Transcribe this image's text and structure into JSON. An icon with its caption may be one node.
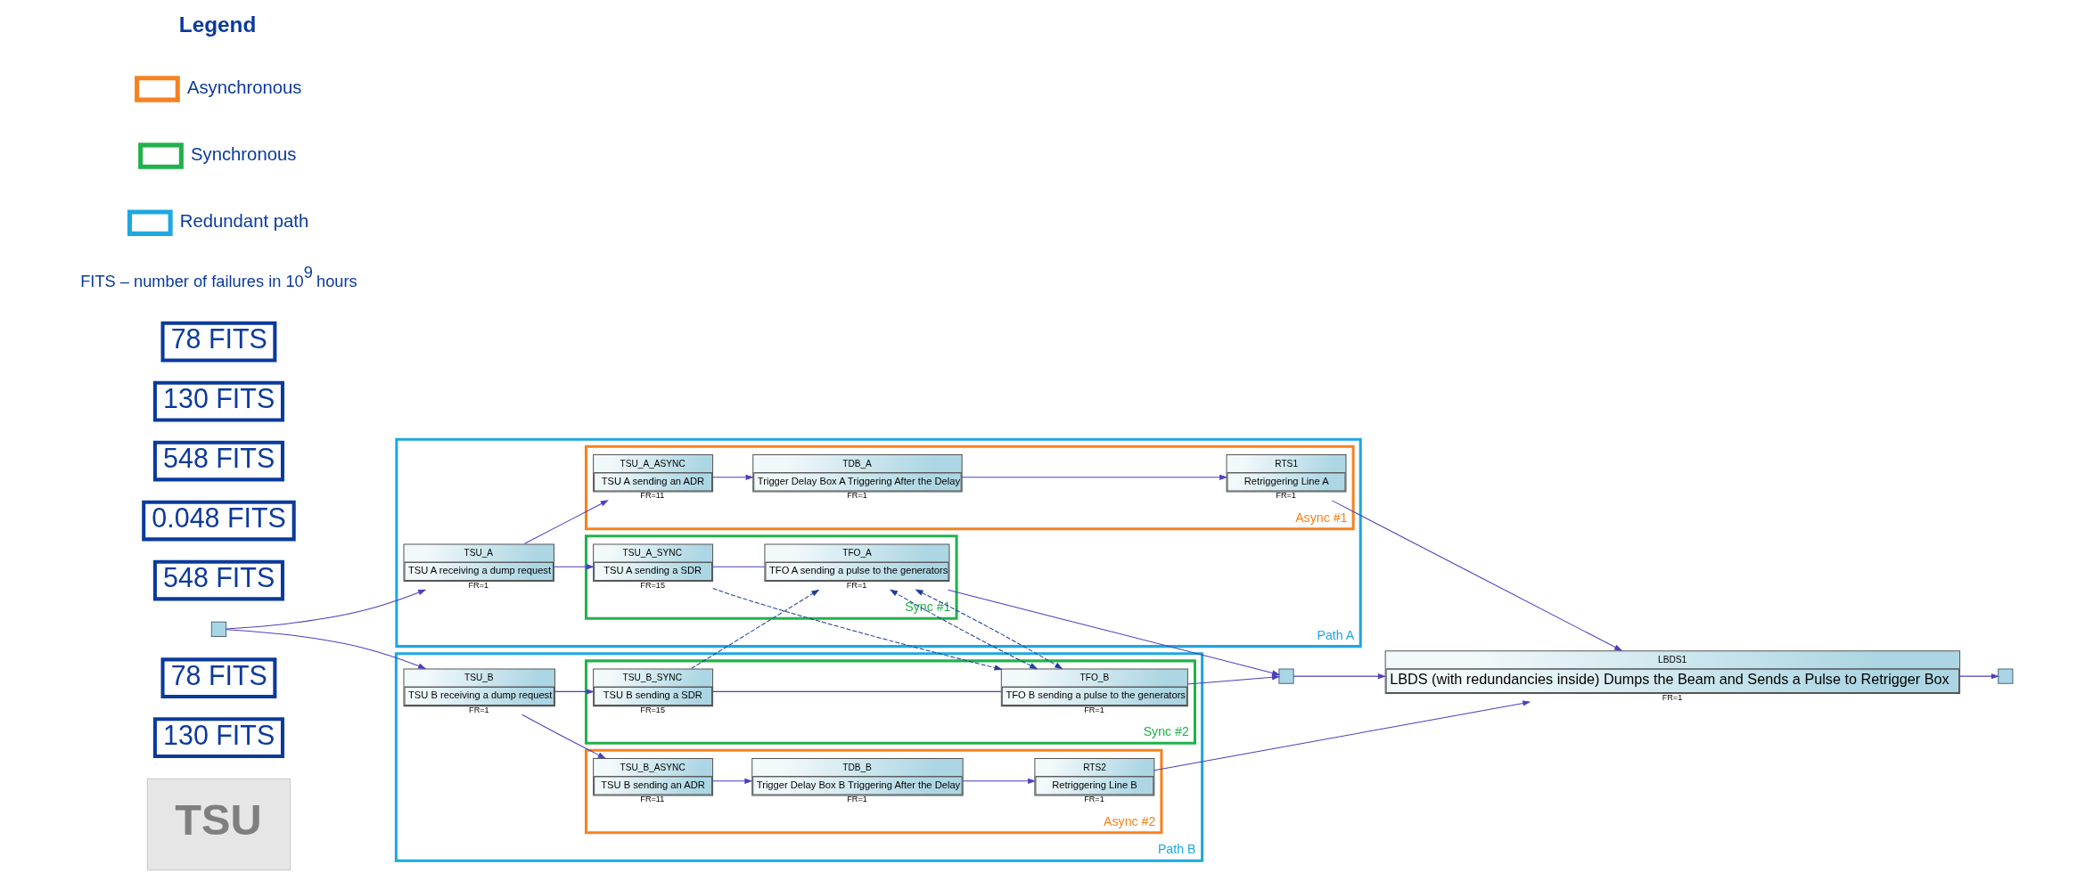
{
  "diagram": {
    "nodes": [
      {
        "text": [
          "TSU"
        ]
      },
      {
        "text": [
          "130 FITS"
        ]
      },
      {
        "text": [
          "78 FITS"
        ]
      },
      {
        "text": [
          "Path A"
        ]
      },
      {
        "text": [
          "Async #1"
        ],
        "in": 3
      },
      {
        "text": [
          "TSU_A_ASYNC",
          "TSU A sending an ADR"
        ],
        "in": 4,
        "beside": [
          "FR=11"
        ]
      },
      {
        "text": [
          "TDB_A",
          "Trigger Delay Box A Triggering After the Delay"
        ],
        "in": 4,
        "beside": [
          "FR=1"
        ]
      },
      {
        "text": [
          "RTS1",
          "Retriggering Line A"
        ],
        "in": 4,
        "beside": [
          "FR=1"
        ]
      },
      {
        "text": [
          "Sync #1"
        ],
        "in": 3
      },
      {
        "text": [
          "TSU_A_SYNC",
          "TSU A sending a SDR"
        ],
        "in": 8,
        "beside": [
          "FR=15"
        ]
      },
      {
        "text": [
          "TFO_A",
          "TFO A sending a pulse to the generators"
        ],
        "in": 8,
        "beside": [
          "FR=1"
        ]
      },
      {
        "text": [
          "TSU_A",
          "TSU A receiving a dump request"
        ],
        "in": 3,
        "beside": [
          "FR=1"
        ]
      },
      {
        "text": [
          "548 FITS"
        ]
      },
      {
        "text": [
          "0.048 FITS"
        ]
      },
      {
        "text": [],
        "shape": "box"
      },
      {
        "text": [],
        "shape": "box"
      },
      {
        "text": [
          "LBDS1",
          "LBDS (with redundancies inside) Dumps the Beam and Sends a Pulse to Retrigger Box"
        ],
        "beside": [
          "FR=1"
        ]
      },
      {
        "text": [],
        "shape": "box"
      },
      {
        "text": [
          "Path B"
        ]
      },
      {
        "text": [
          "TSU_B",
          "TSU B receiving a dump request"
        ],
        "in": 18,
        "beside": [
          "FR=1"
        ]
      },
      {
        "text": [
          "Sync #2"
        ],
        "in": 18
      },
      {
        "text": [
          "TSU_B_SYNC",
          "TSU B sending a SDR"
        ],
        "in": 20,
        "beside": [
          "FR=15"
        ]
      },
      {
        "text": [
          "TFO_B",
          "TFO B sending a pulse to the generators"
        ],
        "in": 20,
        "beside": [
          "FR=1"
        ]
      },
      {
        "text": [
          "548 FITS"
        ]
      },
      {
        "text": [
          "Async #2"
        ],
        "in": 18
      },
      {
        "text": [
          "TSU_B_ASYNC",
          "TSU B sending an ADR"
        ],
        "in": 24,
        "beside": [
          "FR=11"
        ]
      },
      {
        "text": [
          "TDB_B",
          "Trigger Delay Box B Triggering After the Delay"
        ],
        "in": 24,
        "beside": [
          "FR=1"
        ]
      },
      {
        "text": [
          "RTS2",
          "Retriggering Line B"
        ],
        "in": 24,
        "beside": [
          "FR=1"
        ]
      },
      {
        "text": [
          "130 FITS"
        ]
      },
      {
        "text": [
          "78 FITS"
        ]
      }
    ],
    "edges": [
      {
        "from": 14,
        "to": 11,
        "arrow": "to"
      },
      {
        "from": 14,
        "to": 19,
        "arrow": "to"
      },
      {
        "from": 11,
        "to": 5,
        "arrow": "to"
      },
      {
        "from": 11,
        "to": 9,
        "arrow": "to"
      },
      {
        "from": 5,
        "to": 6,
        "arrow": "to"
      },
      {
        "from": 6,
        "to": 7,
        "arrow": "to"
      },
      {
        "from": 9,
        "to": 10,
        "arrow": "none"
      },
      {
        "from": 9,
        "to": 22,
        "arrow": "to",
        "style": "dashed",
        "color": "#1f3c99"
      },
      {
        "from": 21,
        "to": 10,
        "arrow": "to",
        "style": "dashed",
        "color": "#1f3c99"
      },
      {
        "from": 10,
        "to": 22,
        "arrow": "both",
        "style": "dashed",
        "color": "#1f3c99"
      },
      {
        "from": 22,
        "to": 10,
        "arrow": "both",
        "style": "dashed",
        "color": "#1f3c99"
      },
      {
        "from": 10,
        "to": 15,
        "arrow": "to"
      },
      {
        "from": 22,
        "to": 15,
        "arrow": "to"
      },
      {
        "from": 7,
        "to": 16,
        "arrow": "to"
      },
      {
        "from": 27,
        "to": 16,
        "arrow": "to"
      },
      {
        "from": 15,
        "to": 16,
        "arrow": "to"
      },
      {
        "from": 16,
        "to": 17,
        "arrow": "to"
      },
      {
        "from": 19,
        "to": 21,
        "arrow": "to"
      },
      {
        "from": 19,
        "to": 25,
        "arrow": "to"
      },
      {
        "from": 21,
        "to": 22,
        "arrow": "none"
      },
      {
        "from": 25,
        "to": 26,
        "arrow": "to"
      },
      {
        "from": 26,
        "to": 27,
        "arrow": "to"
      }
    ],
    "labels": [
      "Legend",
      "FITS – number of failures in 10$^{9}$ hours"
    ],
    "legend": [
      {
        "text": "Asynchronous",
        "color": "#f58220"
      },
      {
        "text": "Synchronous",
        "color": "#22b14c"
      },
      {
        "text": "Redundant path",
        "color": "#1ea7e1"
      }
    ]
  }
}
